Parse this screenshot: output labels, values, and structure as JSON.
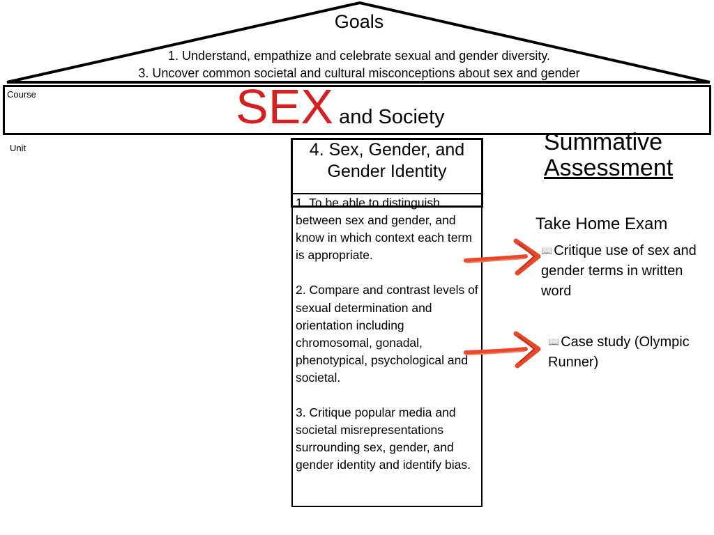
{
  "goals": {
    "title": "Goals",
    "items": [
      "1. Understand, empathize and celebrate sexual and gender diversity.",
      "3. Uncover common societal and cultural misconceptions about sex and gender"
    ]
  },
  "course": {
    "label": "Course",
    "title_emphasis": "SEX",
    "title_rest": "and Society",
    "accent_color": "#d42020"
  },
  "unit": {
    "label": "Unit",
    "title": "4. Sex, Gender, and Gender Identity",
    "objectives": [
      "1. To be able to distinguish between sex and gender, and know in which context each term is appropriate.",
      "2. Compare and contrast levels of sexual determination and orientation including chromosomal, gonadal, phenotypical, psychological and societal.",
      "3. Critique popular media and societal misrepresentations surrounding sex, gender, and  gender identity and identify bias."
    ]
  },
  "summative": {
    "heading_line1": "Summative",
    "heading_line2": "Assessment",
    "take_home": "Take Home Exam",
    "bullets": [
      {
        "icon": "book-icon",
        "text": "Critique use of sex and gender terms in written word"
      },
      {
        "icon": "book-icon",
        "text": "Case study (Olympic Runner)"
      }
    ]
  },
  "arrow_color": "#e8472a"
}
